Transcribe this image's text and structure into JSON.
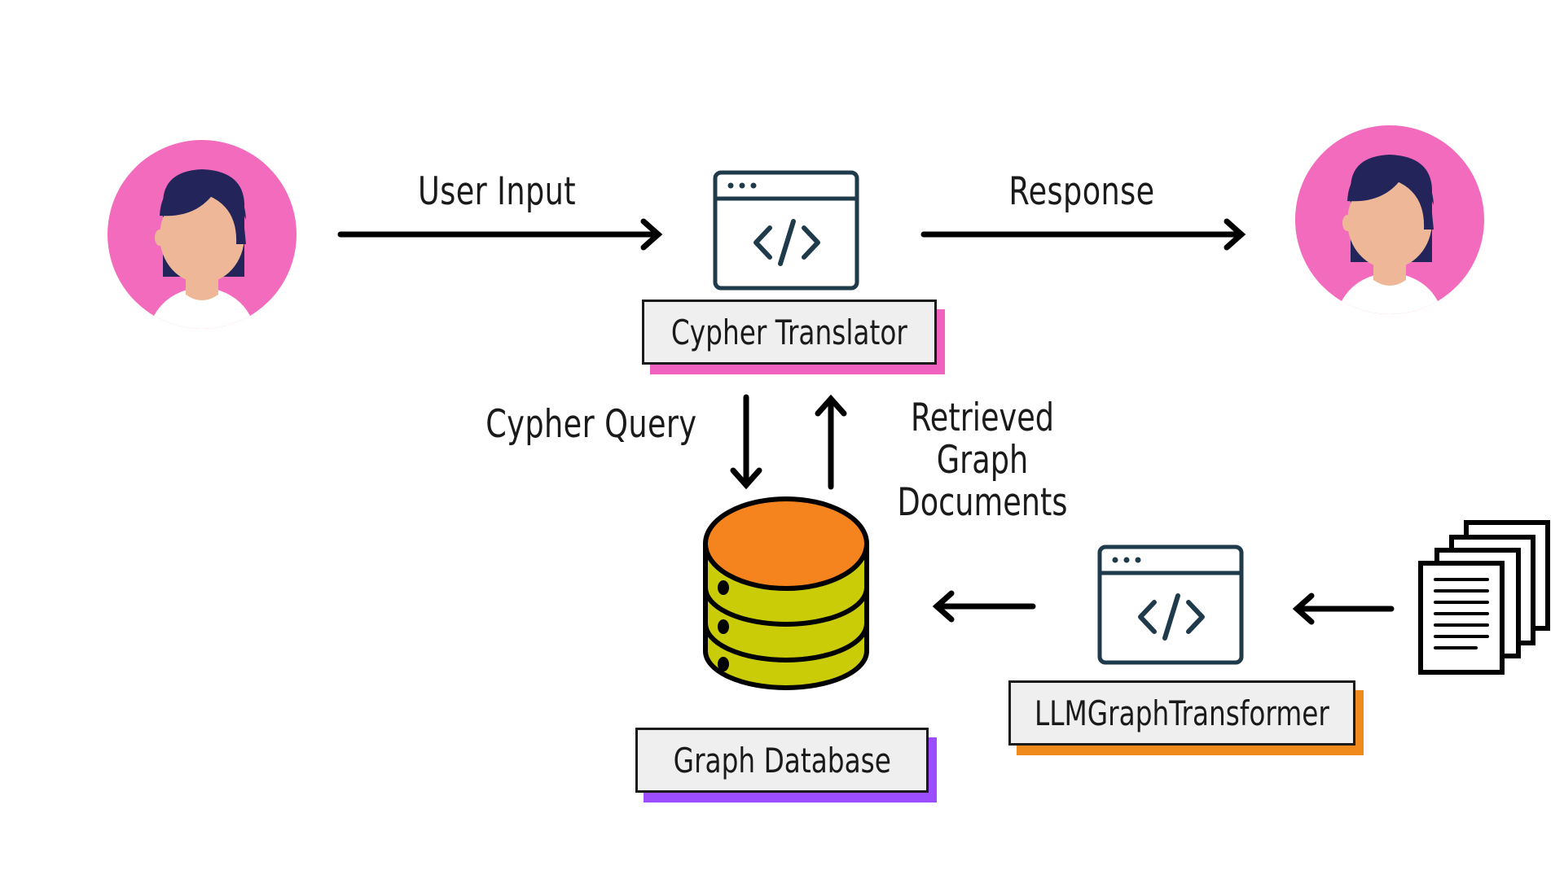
{
  "nodes": {
    "cypher_translator": {
      "label": "Cypher Translator",
      "accent": "#f062c0"
    },
    "graph_database": {
      "label": "Graph Database",
      "accent": "#9b4dff"
    },
    "llm_graph_transformer": {
      "label": "LLMGraphTransformer",
      "accent": "#f08a1c"
    }
  },
  "edges": {
    "user_input": "User Input",
    "response": "Response",
    "cypher_query": "Cypher Query",
    "retrieved": [
      "Retrieved",
      "Graph",
      "Documents"
    ]
  },
  "colors": {
    "avatar_bg": "#f26bbd",
    "hair": "#22245a",
    "skin": "#eeb898",
    "db_top": "#f5841f",
    "db_body": "#c9cc07",
    "code_window": "#1f3a4a"
  },
  "icons": [
    "user-avatar-icon",
    "code-window-icon",
    "database-icon",
    "documents-icon"
  ]
}
